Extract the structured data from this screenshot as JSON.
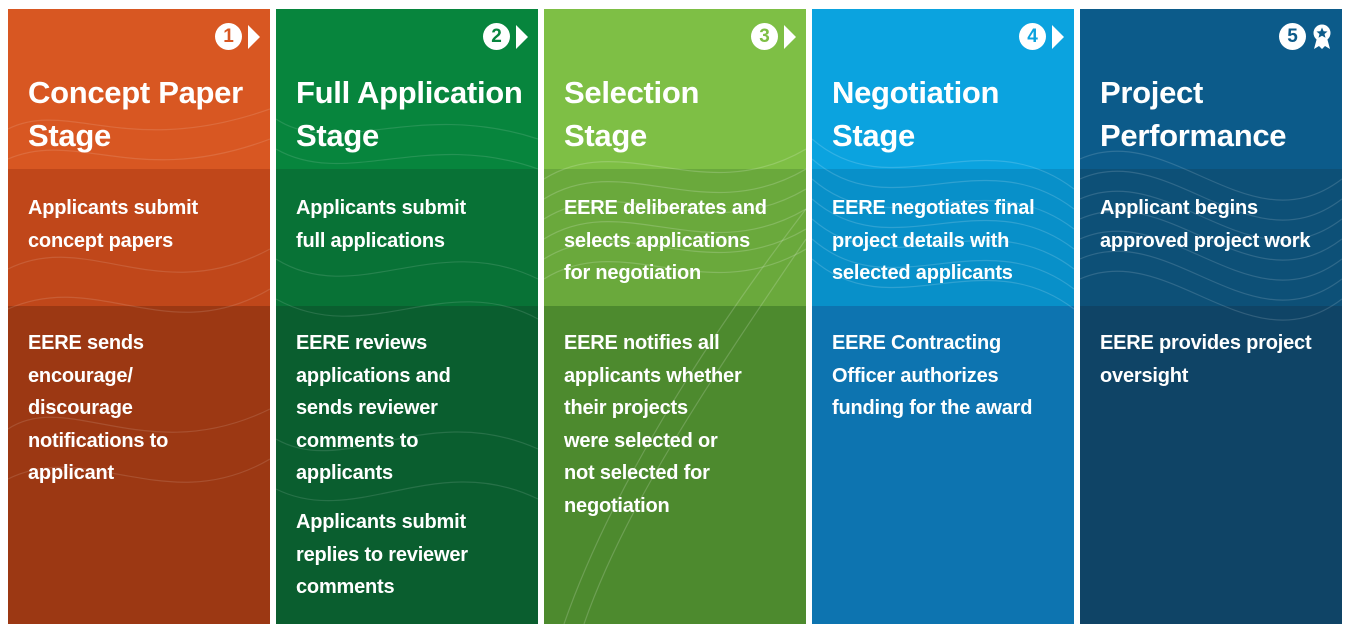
{
  "stages": [
    {
      "step": "1",
      "title_line1": "Concept Paper",
      "title_line2": "Stage",
      "applicant_lines": [
        "Applicants submit",
        "concept papers"
      ],
      "eere_lines": [
        "EERE sends",
        "encourage/",
        "discourage",
        "notifications to",
        "applicant"
      ],
      "extra_lines": []
    },
    {
      "step": "2",
      "title_line1": "Full Application",
      "title_line2": "Stage",
      "applicant_lines": [
        "Applicants submit",
        "full applications"
      ],
      "eere_lines": [
        "EERE reviews",
        "applications and",
        "sends reviewer",
        "comments to",
        "applicants"
      ],
      "extra_lines": [
        "Applicants submit",
        "replies to reviewer",
        "comments"
      ]
    },
    {
      "step": "3",
      "title_line1": "Selection",
      "title_line2": "Stage",
      "applicant_lines": [
        "EERE deliberates and",
        "selects applications",
        "for negotiation"
      ],
      "eere_lines": [
        "EERE notifies all",
        "applicants whether",
        "their projects",
        "were selected or",
        "not selected for",
        "negotiation"
      ],
      "extra_lines": []
    },
    {
      "step": "4",
      "title_line1": "Negotiation",
      "title_line2": "Stage",
      "applicant_lines": [
        "EERE negotiates final",
        "project details with",
        "selected applicants"
      ],
      "eere_lines": [
        "EERE Contracting",
        "Officer authorizes",
        "funding for the award"
      ],
      "extra_lines": []
    },
    {
      "step": "5",
      "title_line1": "Project",
      "title_line2": "Performance",
      "applicant_lines": [
        "Applicant begins",
        "approved project work"
      ],
      "eere_lines": [
        "EERE provides project",
        "oversight"
      ],
      "extra_lines": []
    }
  ],
  "icons": {
    "arrow": "arrow-right-icon",
    "final": "award-ribbon-icon"
  }
}
